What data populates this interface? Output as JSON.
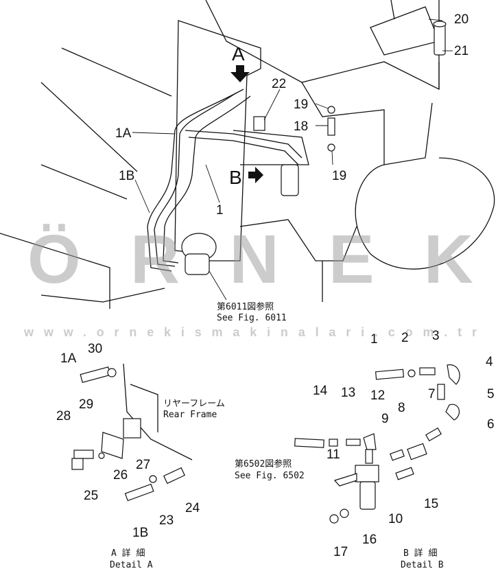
{
  "diagram": {
    "main_view": {
      "view_a": "A",
      "view_b": "B",
      "labels": [
        "1A",
        "1B",
        "1",
        "18",
        "19",
        "19",
        "20",
        "21",
        "22"
      ],
      "reference": {
        "jp": "第6011図参照",
        "en": "See Fig. 6011"
      }
    },
    "detail_a": {
      "labels": [
        "30",
        "1A",
        "29",
        "28",
        "27",
        "26",
        "25",
        "24",
        "23",
        "1B"
      ],
      "frame_note": {
        "jp": "リヤーフレーム",
        "en": "Rear  Frame"
      },
      "caption": {
        "jp": "A 詳 細",
        "en": "Detail A"
      }
    },
    "detail_b": {
      "labels": [
        "1",
        "2",
        "3",
        "4",
        "5",
        "6",
        "7",
        "8",
        "9",
        "10",
        "11",
        "12",
        "13",
        "14",
        "15",
        "16",
        "17"
      ],
      "reference": {
        "jp": "第6502図参照",
        "en": "See Fig. 6502"
      },
      "caption": {
        "jp": "B 詳 細",
        "en": "Detail B"
      }
    },
    "watermark": {
      "logo": "ÖRNEK",
      "url": "www.ornekismakinalari.com.tr"
    }
  }
}
